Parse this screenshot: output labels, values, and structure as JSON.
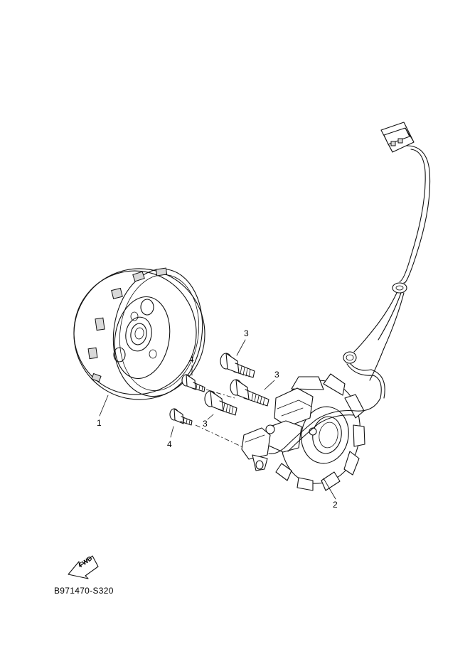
{
  "callouts": {
    "rotor": "1",
    "stator": "2",
    "bolt_a": "3",
    "bolt_b": "3",
    "bolt_c": "3",
    "screw_a": "4",
    "screw_b": "4"
  },
  "fwd_label": "FWD",
  "diagram_code": "B971470-S320"
}
